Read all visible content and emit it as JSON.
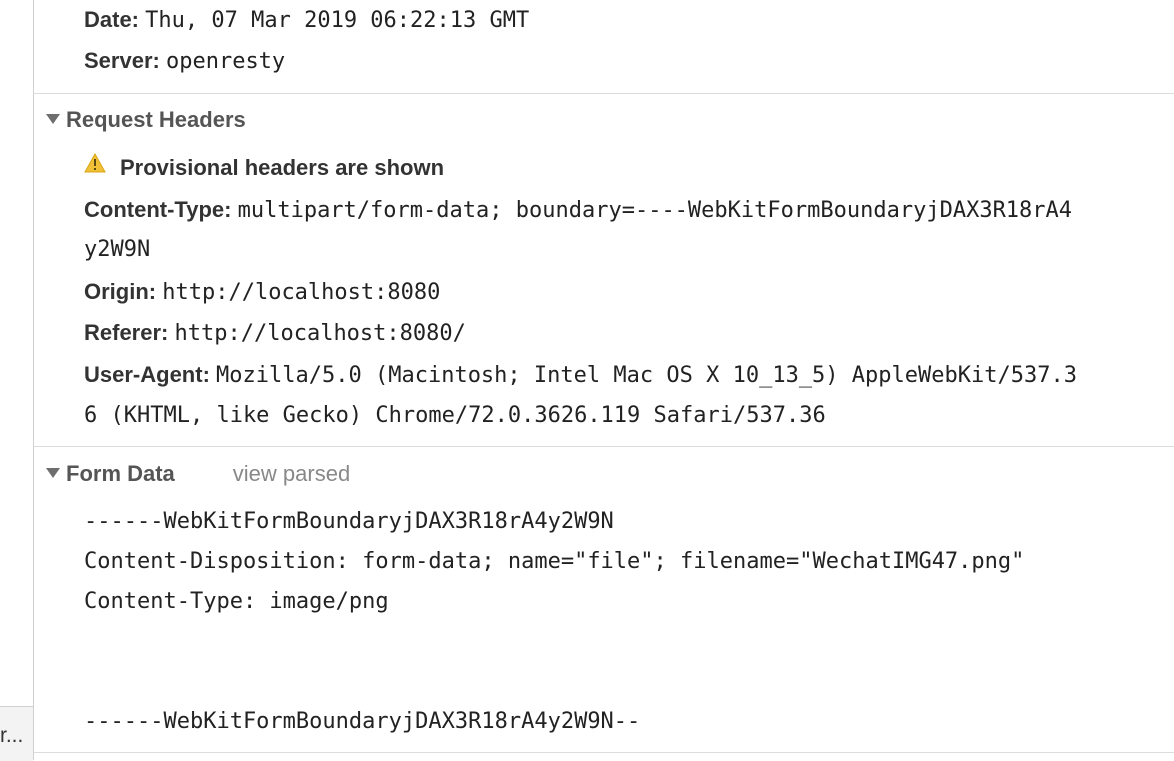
{
  "gutter": {
    "truncated_label": "r..."
  },
  "response_headers": [
    {
      "key": "Date:",
      "value": "Thu, 07 Mar 2019 06:22:13 GMT"
    },
    {
      "key": "Server:",
      "value": "openresty"
    }
  ],
  "request_headers": {
    "title": "Request Headers",
    "warning": "Provisional headers are shown",
    "content_type": {
      "key": "Content-Type:",
      "value_line1": "multipart/form-data; boundary=----WebKitFormBoundaryjDAX3R18rA4",
      "value_line2": "y2W9N"
    },
    "origin": {
      "key": "Origin:",
      "value": "http://localhost:8080"
    },
    "referer": {
      "key": "Referer:",
      "value": "http://localhost:8080/"
    },
    "user_agent": {
      "key": "User-Agent:",
      "value_line1": "Mozilla/5.0 (Macintosh; Intel Mac OS X 10_13_5) AppleWebKit/537.3",
      "value_line2": "6 (KHTML, like Gecko) Chrome/72.0.3626.119 Safari/537.36"
    }
  },
  "form_data": {
    "title": "Form Data",
    "view_parsed_label": "view parsed",
    "lines": [
      "------WebKitFormBoundaryjDAX3R18rA4y2W9N",
      "Content-Disposition: form-data; name=\"file\"; filename=\"WechatIMG47.png\"",
      "Content-Type: image/png",
      "",
      "",
      "------WebKitFormBoundaryjDAX3R18rA4y2W9N--"
    ]
  }
}
